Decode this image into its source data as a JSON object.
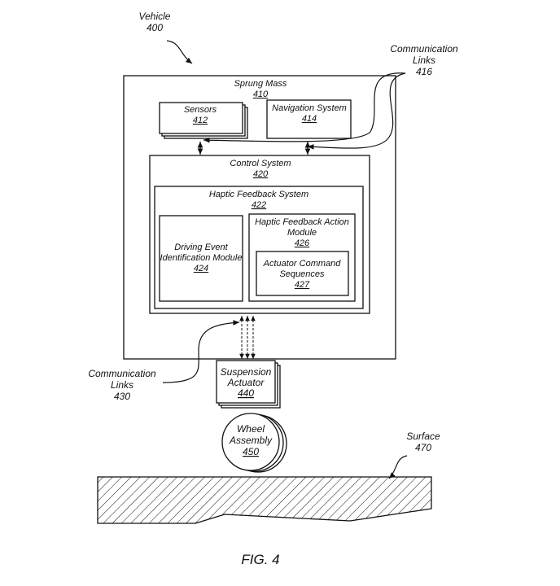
{
  "vehicle": {
    "label": "Vehicle",
    "ref": "400"
  },
  "sprung_mass": {
    "label": "Sprung Mass",
    "ref": "410"
  },
  "sensors": {
    "label": "Sensors",
    "ref": "412"
  },
  "navigation": {
    "label": "Navigation System",
    "ref": "414"
  },
  "comm_links_top": {
    "line1": "Communication",
    "line2": "Links",
    "ref": "416"
  },
  "control_system": {
    "label": "Control System",
    "ref": "420"
  },
  "haptic_system": {
    "label": "Haptic Feedback System",
    "ref": "422"
  },
  "driving_event": {
    "line1": "Driving Event",
    "line2": "Identification Module",
    "ref": "424"
  },
  "haptic_action": {
    "line1": "Haptic Feedback Action",
    "line2": "Module",
    "ref": "426"
  },
  "actuator_cmd": {
    "line1": "Actuator Command",
    "line2": "Sequences",
    "ref": "427"
  },
  "comm_links_bottom": {
    "line1": "Communication",
    "line2": "Links",
    "ref": "430"
  },
  "suspension": {
    "line1": "Suspension",
    "line2": "Actuator",
    "ref": "440"
  },
  "wheel": {
    "line1": "Wheel",
    "line2": "Assembly",
    "ref": "450"
  },
  "surface": {
    "label": "Surface",
    "ref": "470"
  },
  "figure_label": "FIG. 4"
}
